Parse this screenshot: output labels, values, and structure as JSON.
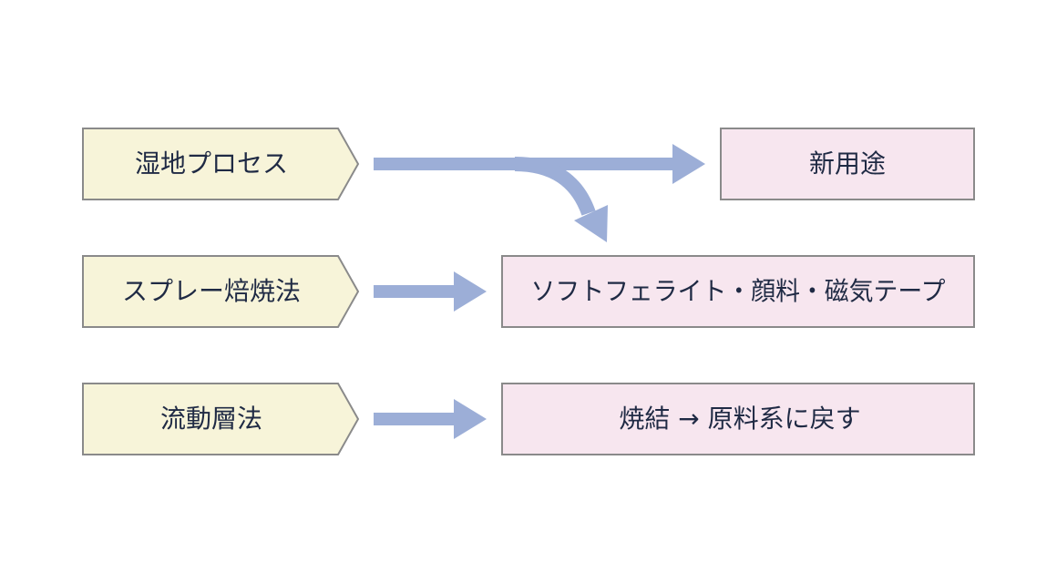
{
  "process_nodes": [
    {
      "id": "wet",
      "label": "湿地プロセス"
    },
    {
      "id": "spray",
      "label": "スプレー焙焼法"
    },
    {
      "id": "fluid",
      "label": "流動層法"
    }
  ],
  "result_nodes": [
    {
      "id": "new-use",
      "label": "新用途"
    },
    {
      "id": "ferrite",
      "label": "ソフトフェライト・顔料・磁気テープ"
    },
    {
      "id": "sinter",
      "label": "焼結 → 原料系に戻す"
    }
  ],
  "edges": [
    {
      "from": "wet",
      "to": "new-use"
    },
    {
      "from": "wet",
      "to": "ferrite"
    },
    {
      "from": "spray",
      "to": "ferrite"
    },
    {
      "from": "fluid",
      "to": "sinter"
    }
  ],
  "colors": {
    "process_fill": "#f7f4d9",
    "result_fill": "#f7e6ef",
    "border": "#8a8a8a",
    "arrow": "#9caed7",
    "text": "#1f2a44"
  }
}
